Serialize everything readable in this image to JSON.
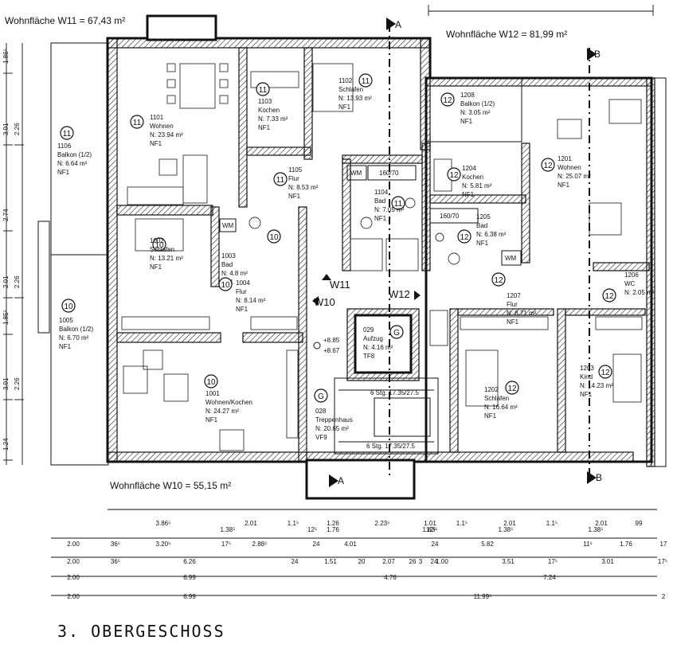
{
  "wohnflaeche": {
    "w11": "Wohnfläche W11 = 67,43 m²",
    "w12": "Wohnfläche W12 = 81,99 m²",
    "w10": "Wohnfläche W10 = 55,15 m²"
  },
  "section_markers": {
    "a_top": "A",
    "b_top": "B",
    "a_bottom": "A",
    "b_bottom": "B"
  },
  "unit_labels": {
    "w10": "W10",
    "w11": "W11",
    "w12": "W12"
  },
  "level_marks": {
    "upper": "+8.85",
    "lower": "+8.67"
  },
  "rooms": [
    {
      "id": "r1101",
      "circle": "11",
      "lines": [
        "1101",
        "Wohnen",
        "N: 23.94 m²",
        "NF1"
      ]
    },
    {
      "id": "r1103",
      "circle": "11",
      "lines": [
        "1103",
        "Kochen",
        "N: 7.33 m²",
        "NF1"
      ]
    },
    {
      "id": "r1102",
      "circle": "11",
      "lines": [
        "1102",
        "Schlafen",
        "N: 13.93 m²",
        "NF1"
      ]
    },
    {
      "id": "r1106",
      "circle": "11",
      "lines": [
        "1106",
        "Balkon (1/2)",
        "N: 6.64 m²",
        "NF1"
      ]
    },
    {
      "id": "r1105",
      "circle": "11",
      "lines": [
        "1105",
        "Flur",
        "N: 8.53 m²",
        "NF1"
      ]
    },
    {
      "id": "r1104",
      "circle": "11",
      "lines": [
        "1104",
        "Bad",
        "N: 7.05 m²",
        "NF1"
      ]
    },
    {
      "id": "r1208",
      "circle": "12",
      "lines": [
        "1208",
        "Balkon (1/2)",
        "N: 3.05 m²",
        "NF1"
      ]
    },
    {
      "id": "r1204",
      "circle": "12",
      "lines": [
        "1204",
        "Kochen",
        "N: 5.81 m²",
        "NF1"
      ]
    },
    {
      "id": "r1201",
      "circle": "12",
      "lines": [
        "1201",
        "Wohnen",
        "N: 25.07 m²",
        "NF1"
      ]
    },
    {
      "id": "r1205",
      "circle": "12",
      "lines": [
        "1205",
        "Bad",
        "N: 6.38 m²",
        "NF1"
      ]
    },
    {
      "id": "r1002",
      "circle": "10",
      "lines": [
        "1002",
        "Schlafen",
        "N: 13.21 m²",
        "NF1"
      ]
    },
    {
      "id": "r1003",
      "circle": "10",
      "lines": [
        "1003",
        "Bad",
        "N: 4.8 m²",
        "NF1"
      ]
    },
    {
      "id": "r1004",
      "circle": "10",
      "lines": [
        "1004",
        "Flur",
        "N: 8.14 m²",
        "NF1"
      ]
    },
    {
      "id": "r1005",
      "circle": "10",
      "lines": [
        "1005",
        "Balkon (1/2)",
        "N: 6.70 m²",
        "NF1"
      ]
    },
    {
      "id": "r1001",
      "circle": "10",
      "lines": [
        "1001",
        "Wohnen/Kochen",
        "N: 24.27 m²",
        "NF1"
      ]
    },
    {
      "id": "r029",
      "circle": "G",
      "lines": [
        "029",
        "Aufzug",
        "N: 4.16 m²",
        "TF8"
      ]
    },
    {
      "id": "r028",
      "circle": "G",
      "lines": [
        "028",
        "Treppenhaus",
        "N: 20.65 m²",
        "VF9"
      ]
    },
    {
      "id": "r1207",
      "circle": "12",
      "lines": [
        "1207",
        "Flur",
        "N: 8.71 m²",
        "NF1"
      ]
    },
    {
      "id": "r1206",
      "circle": "12",
      "lines": [
        "1206",
        "WC",
        "N: 2.05 m²",
        ""
      ]
    },
    {
      "id": "r1202",
      "circle": "12",
      "lines": [
        "1202",
        "Schlafen",
        "N: 16.64 m²",
        "NF1"
      ]
    },
    {
      "id": "r1203",
      "circle": "12",
      "lines": [
        "1203",
        "Kind",
        "N: 14.23 m²",
        "NF1"
      ]
    }
  ],
  "fixtures": {
    "wm1": "WM",
    "wm2": "WM",
    "wm3": "WM",
    "tub1": "160/70",
    "tub2": "160/70"
  },
  "stairs": {
    "upper": "6 Stg. 17.35/27.5",
    "lower": "6 Stg. 17.35/27.5"
  },
  "left_dims": [
    "1.86⁵",
    "3.01",
    "2.26",
    "2.74",
    "2.01",
    "2.26",
    "1.85⁵",
    "3.01",
    "2.26",
    "1.24"
  ],
  "dim_rows": [
    [
      "3.86⁵",
      "2.01",
      "1.1⁵",
      "1.26",
      "2.23⁵",
      "1.01",
      "1.1⁵",
      "2.01",
      "1.1⁵",
      "2.01",
      "99"
    ],
    [
      "12⁵",
      "1.38⁵",
      "1.76",
      "12⁵",
      "1.63⁵",
      "1.38⁵",
      "1.38⁵"
    ],
    [
      "2.00",
      "36⁵",
      "3.20⁵",
      "17⁵",
      "2.88⁵",
      "24",
      "4.01",
      "24",
      "5.82",
      "11⁵",
      "1.76",
      "17"
    ],
    [
      "2.00",
      "36⁵",
      "6.26",
      "24",
      "1.51",
      "20",
      "2.07",
      "26",
      "3",
      "24",
      "1.00",
      "3.51",
      "17⁵",
      "3.01",
      "17⁵"
    ],
    [
      "2.00",
      "6.99",
      "4.76",
      "7.24"
    ],
    [
      "2.00",
      "6.99",
      "11.99⁵",
      "2"
    ]
  ],
  "title": "3. OBERGESCHOSS"
}
